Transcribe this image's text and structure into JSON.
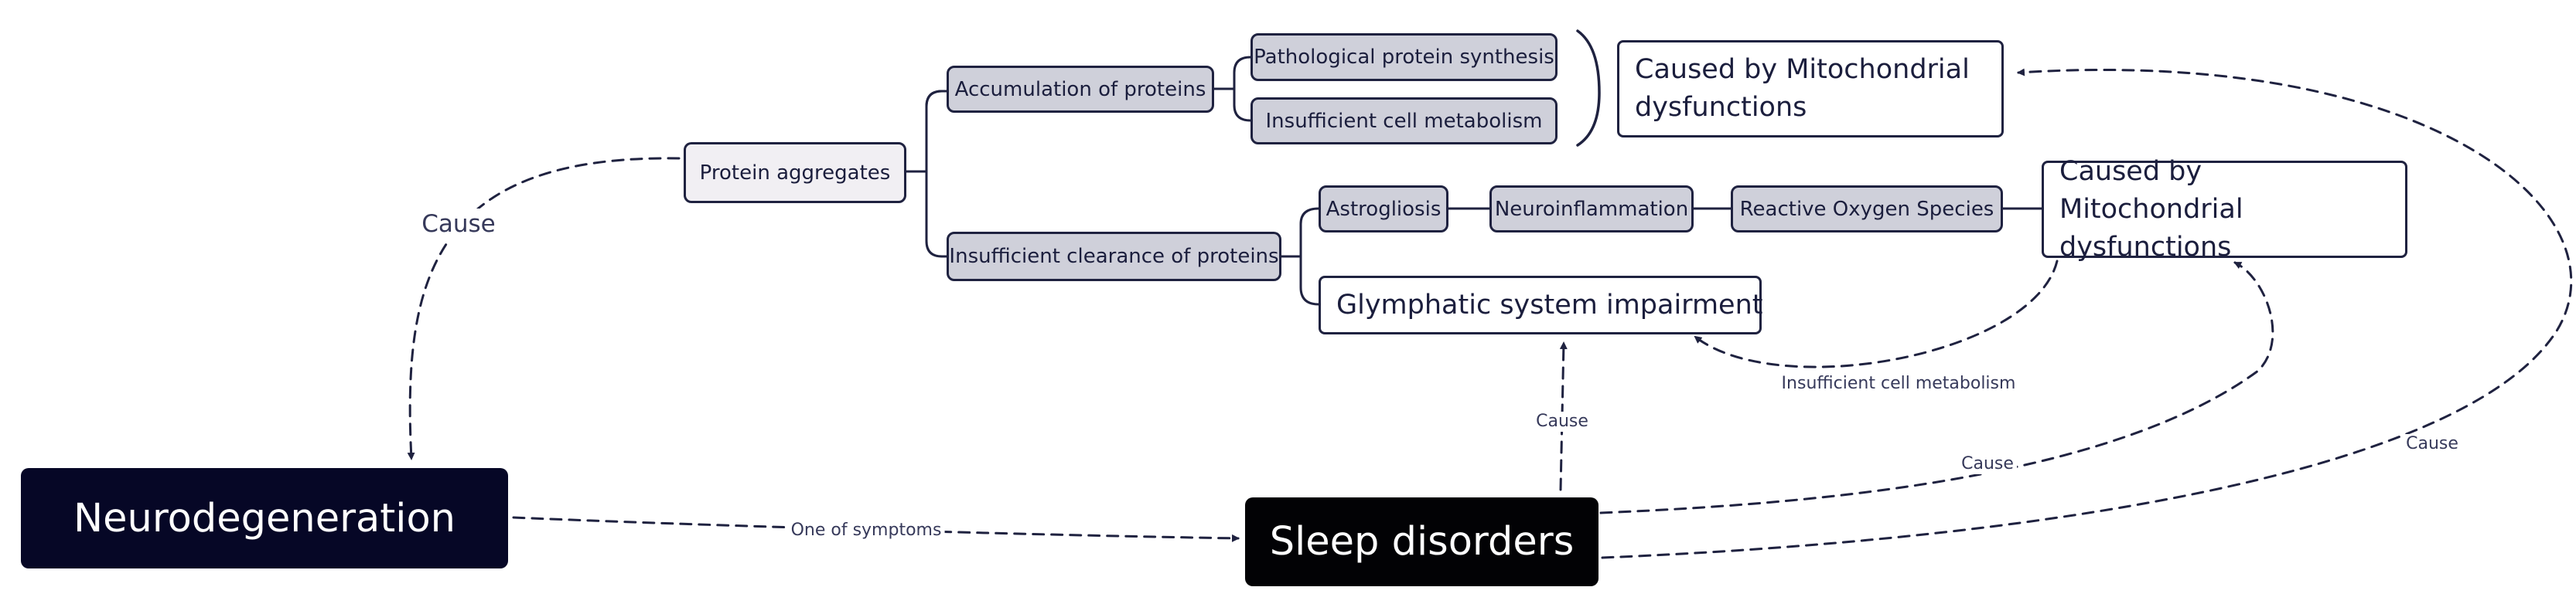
{
  "diagram": {
    "nodes": {
      "protein_aggregates": "Protein aggregates",
      "accumulation_of_proteins": "Accumulation of proteins",
      "pathological_protein_synthesis": "Pathological protein synthesis",
      "insufficient_cell_metabolism": "Insufficient cell metabolism",
      "mito_top": "Caused by Mitochondrial dysfunctions",
      "insufficient_clearance": "Insufficient clearance of proteins",
      "astrogliosis": "Astrogliosis",
      "neuroinflammation": "Neuroinflammation",
      "reactive_oxygen_species": "Reactive Oxygen Species",
      "mito_mid": "Caused by Mitochondrial dysfunctions",
      "glymphatic": "Glymphatic system impairment",
      "neurodegeneration": "Neurodegeneration",
      "sleep_disorders": "Sleep disorders"
    },
    "edge_labels": {
      "aggregates_to_neuro": "Cause",
      "neuro_to_sleep": "One of symptoms",
      "sleep_to_glymphatic": "Cause",
      "mito_to_glymphatic": "Insufficient cell metabolism",
      "sleep_to_mito_mid": "Cause",
      "sleep_to_mito_top": "Cause"
    },
    "colors": {
      "line": "#1f2240",
      "grey_node": "#cfd0da",
      "root_node": "#f1eff3",
      "dark_node": "#060726",
      "black_node": "#020205"
    }
  }
}
